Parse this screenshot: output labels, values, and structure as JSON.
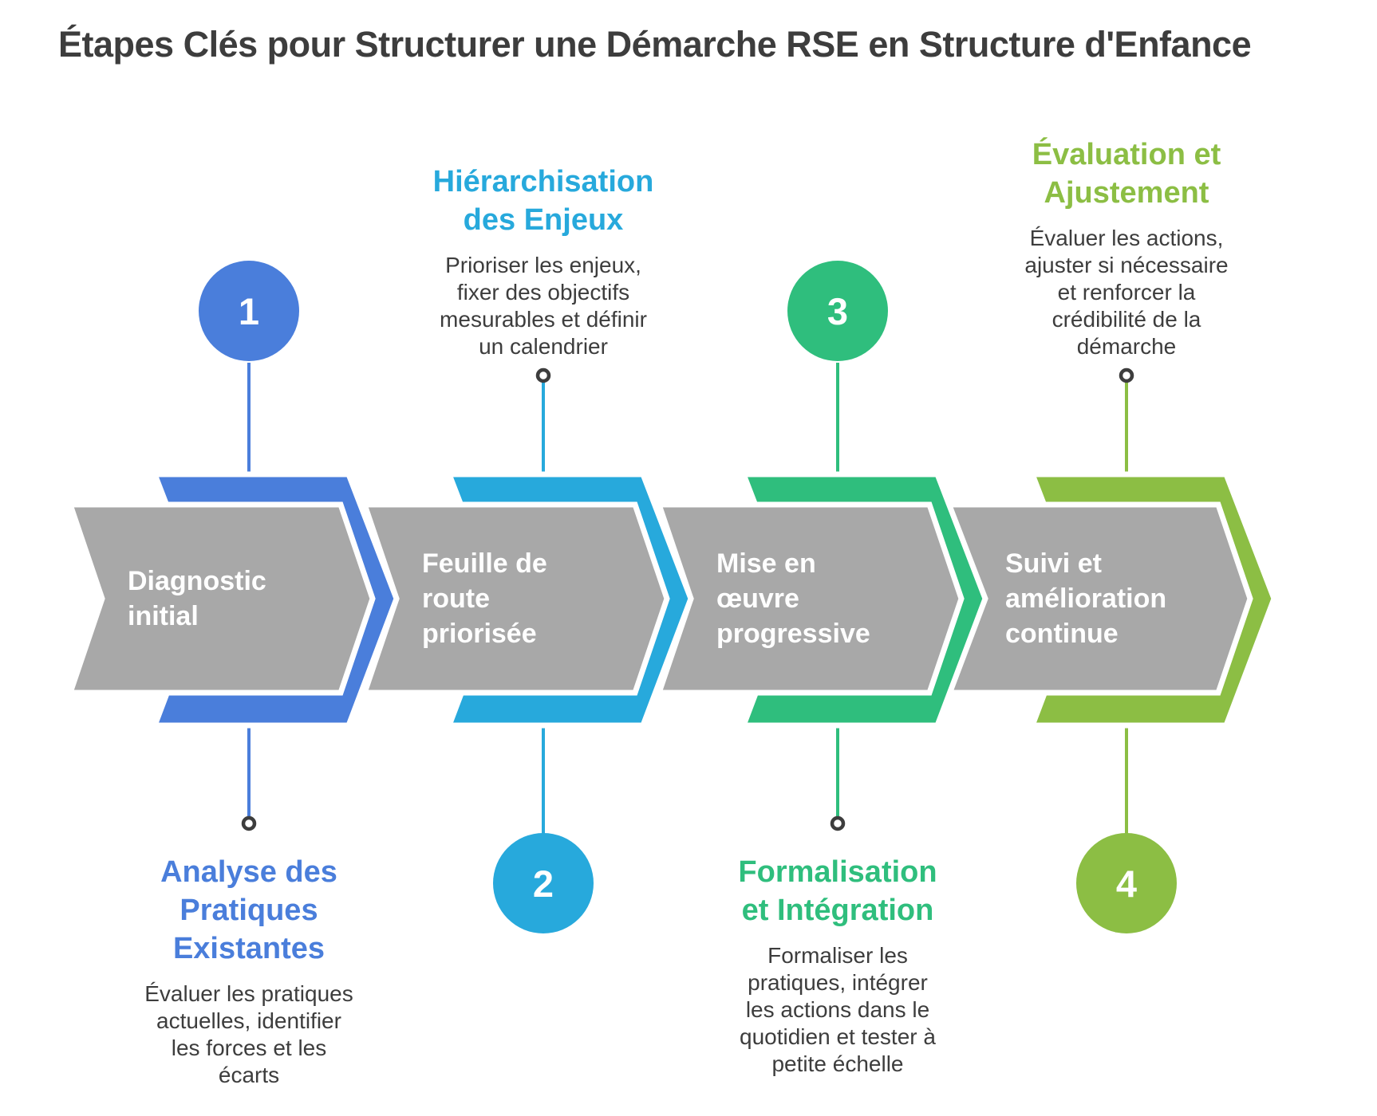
{
  "title": "Étapes Clés pour Structurer une Démarche RSE en Structure d'Enfance",
  "colors": {
    "blue": "#4a7edb",
    "cyan": "#27a9dc",
    "green": "#2fbe7d",
    "olive": "#8cbe44",
    "gray": "#a8a8a8",
    "text": "#3d3d3d",
    "white": "#ffffff"
  },
  "steps": [
    {
      "number": "1",
      "arrow_label": "Diagnostic\ninitial",
      "callout_position": "bottom",
      "callout_title": "Analyse des\nPratiques\nExistantes",
      "callout_text": "Évaluer les pratiques\nactuelles, identifier\nles forces et les\nécarts"
    },
    {
      "number": "2",
      "arrow_label": "Feuille de\nroute\npriorisée",
      "callout_position": "top",
      "callout_title": "Hiérarchisation\ndes Enjeux",
      "callout_text": "Prioriser les enjeux,\nfixer des objectifs\nmesurables et définir\nun calendrier"
    },
    {
      "number": "3",
      "arrow_label": "Mise en\nœuvre\nprogressive",
      "callout_position": "bottom",
      "callout_title": "Formalisation\net Intégration",
      "callout_text": "Formaliser les\npratiques, intégrer\nles actions dans le\nquotidien et tester à\npetite échelle"
    },
    {
      "number": "4",
      "arrow_label": "Suivi et\namélioration\ncontinue",
      "callout_position": "top",
      "callout_title": "Évaluation et\nAjustement",
      "callout_text": "Évaluer les actions,\najuster si nécessaire\net renforcer la\ncrédibilité de la\ndémarche"
    }
  ]
}
